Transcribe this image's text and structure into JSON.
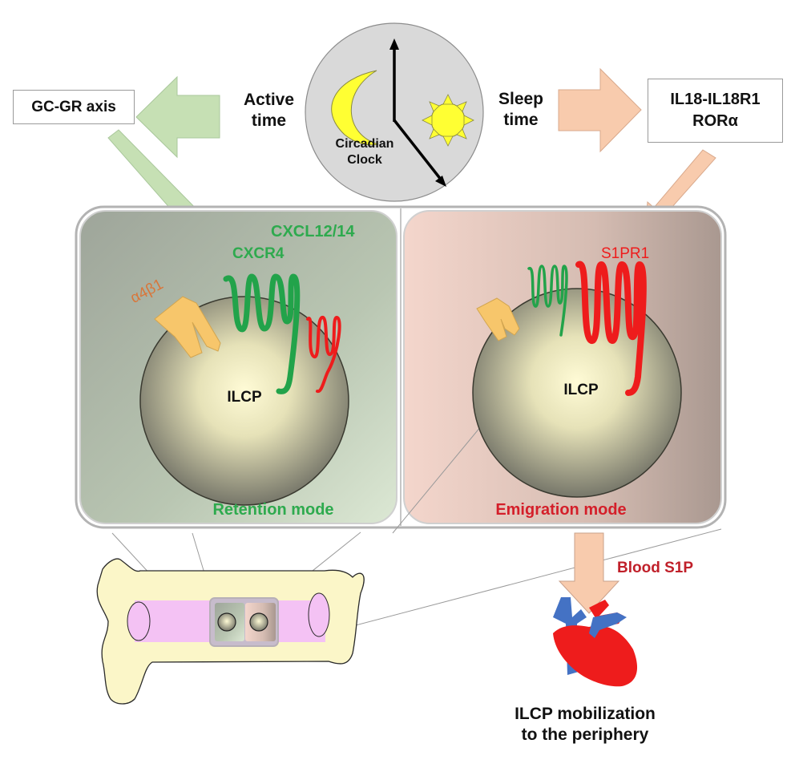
{
  "top": {
    "left_box": "GC-GR axis",
    "active_time": [
      "Active",
      "time"
    ],
    "sleep_time": [
      "Sleep",
      "time"
    ],
    "right_box": [
      "IL18-IL18R1",
      "RORα"
    ],
    "clock": {
      "label": [
        "Circadian",
        "Clock"
      ],
      "icons": [
        "moon-icon",
        "sun-icon",
        "clock-hands-icon"
      ]
    }
  },
  "left_panel": {
    "ligand_label": "CXCL12/14",
    "receptor_label": "CXCR4",
    "integrin_label": "α4β1",
    "cell_label": "ILCP",
    "mode_label": "Retention mode"
  },
  "right_panel": {
    "receptor_label": "S1PR1",
    "cell_label": "ILCP",
    "mode_label": "Emigration mode"
  },
  "bottom": {
    "blood_label": "Blood S1P",
    "outcome": [
      "ILCP mobilization",
      "to the periphery"
    ]
  },
  "colors": {
    "green_text": "#2eaa4e",
    "red_text": "#d41f2a",
    "orange_text": "#d9763a",
    "green_arrow": "#c6e0b4",
    "peach_arrow": "#f8cbad",
    "receptor_green": "#22a34a",
    "receptor_red": "#ee1c1c",
    "integrin": "#f7c66b",
    "bone": "#fbf6c8",
    "marrow": "#f4c2f4"
  }
}
